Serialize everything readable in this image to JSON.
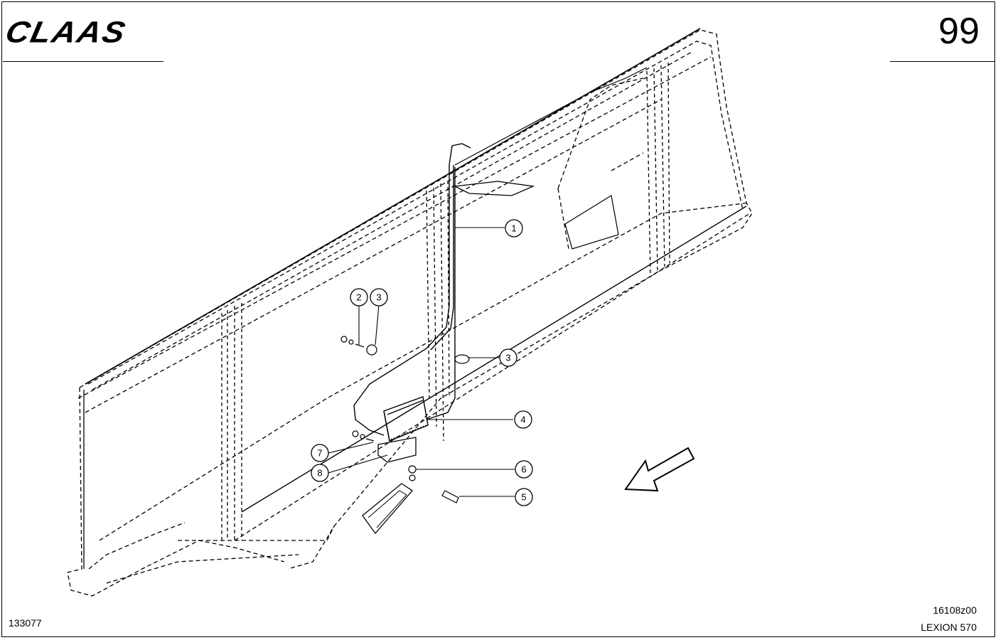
{
  "header": {
    "brand_logo": "CLAAS",
    "page_number": "99"
  },
  "footer": {
    "left_code": "133077",
    "right_code": "16108z00",
    "model": "LEXION 570"
  },
  "callouts": [
    {
      "id": "c1",
      "label": "1"
    },
    {
      "id": "c2",
      "label": "2"
    },
    {
      "id": "c3a",
      "label": "3"
    },
    {
      "id": "c3b",
      "label": "3"
    },
    {
      "id": "c4",
      "label": "4"
    },
    {
      "id": "c5",
      "label": "5"
    },
    {
      "id": "c6",
      "label": "6"
    },
    {
      "id": "c7",
      "label": "7"
    },
    {
      "id": "c8",
      "label": "8"
    }
  ],
  "icons": {
    "direction": "travel-direction-arrow-icon"
  }
}
